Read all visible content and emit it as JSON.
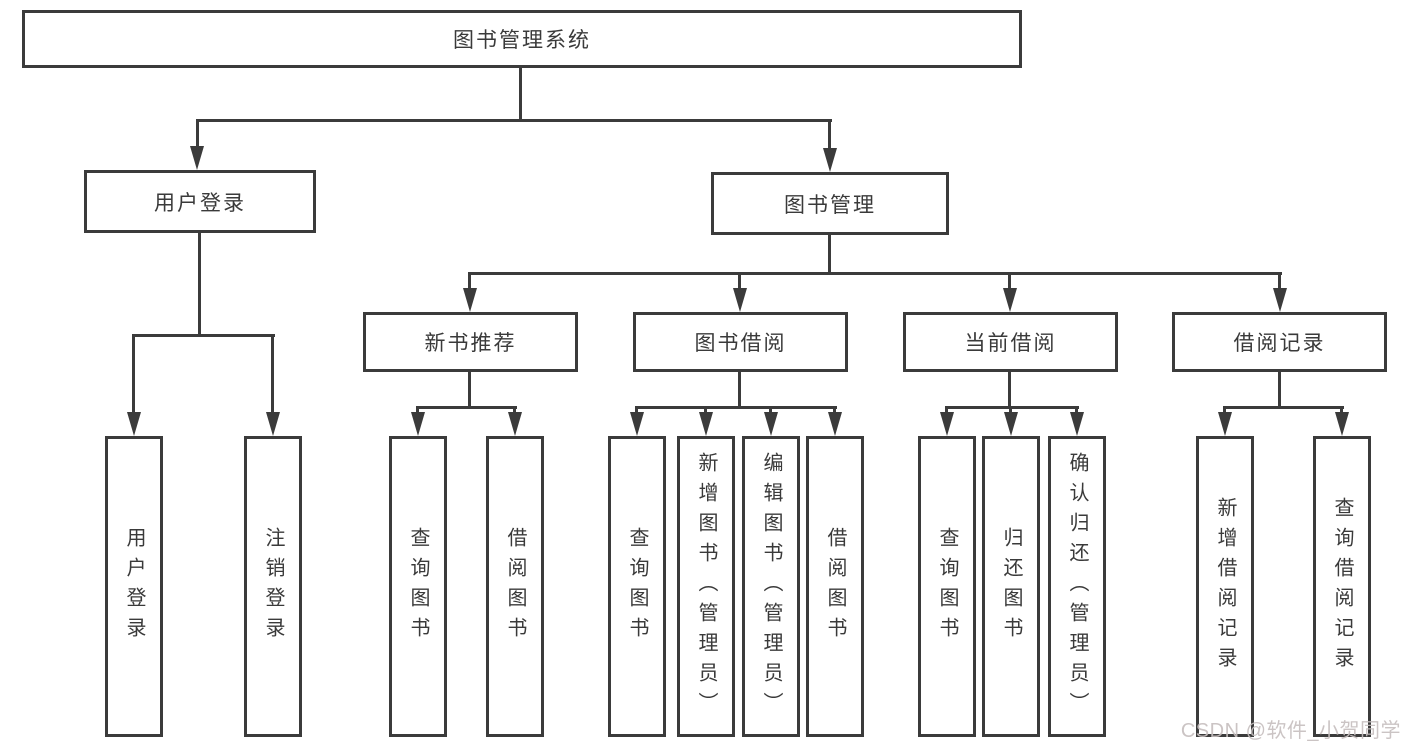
{
  "diagram": {
    "root": {
      "label": "图书管理系统"
    },
    "level2": [
      {
        "label": "用户登录"
      },
      {
        "label": "图书管理"
      }
    ],
    "level3": [
      {
        "label": "新书推荐"
      },
      {
        "label": "图书借阅"
      },
      {
        "label": "当前借阅"
      },
      {
        "label": "借阅记录"
      }
    ],
    "leaves": {
      "user_login": [
        "用户登录",
        "注销登录"
      ],
      "new_book": [
        "查询图书",
        "借阅图书"
      ],
      "book_borrow": [
        "查询图书",
        "新增图书（管理员）",
        "编辑图书（管理员）",
        "借阅图书"
      ],
      "current_borrow": [
        "查询图书",
        "归还图书",
        "确认归还（管理员）"
      ],
      "borrow_record": [
        "新增借阅记录",
        "查询借阅记录"
      ]
    }
  },
  "watermark": {
    "text": "CSDN @软件_小贺同学"
  },
  "colors": {
    "line": "#3b3b3b",
    "text": "#3a3a3a",
    "background": "#ffffff",
    "watermark": "#c6bebe"
  }
}
